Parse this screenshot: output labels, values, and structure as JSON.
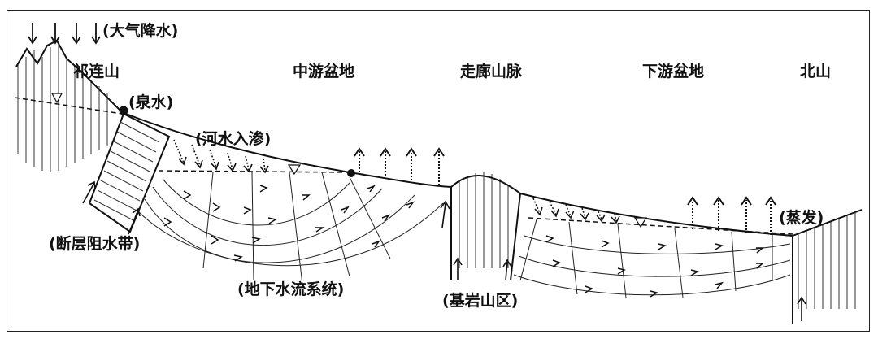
{
  "labels": {
    "precipitation": "(大气降水)",
    "qilian_mountain": "祁连山",
    "middle_basin": "中游盆地",
    "corridor_mountains": "走廊山脉",
    "lower_basin": "下游盆地",
    "north_mountain": "北山",
    "spring": "(泉水)",
    "river_infiltration": "(河水入渗)",
    "fault_barrier": "(断层阻水带)",
    "groundwater_flow_system": "(地下水流系统)",
    "bedrock_area": "(基岩山区)",
    "evaporation": "(蒸发)"
  },
  "icons": {
    "water_table": "inverted-triangle-icon",
    "spring_point": "filled-dot-icon"
  },
  "colors": {
    "ink": "#111111",
    "background": "#ffffff"
  }
}
